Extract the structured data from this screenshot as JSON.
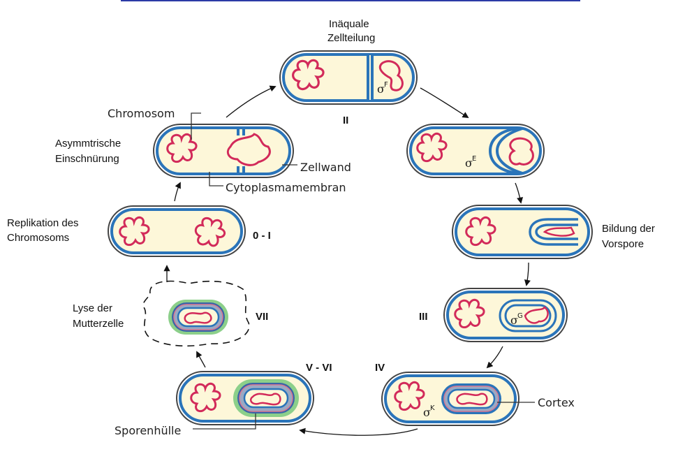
{
  "labels": {
    "inaquale_1": "Inäquale",
    "inaquale_2": "Zellteilung",
    "asym_1": "Asymmtrische",
    "asym_2": "Einschnürung",
    "chromosom": "Chromosom",
    "zellwand": "Zellwand",
    "cytoplasma": "Cytoplasmamembran",
    "replikation_1": "Replikation des",
    "replikation_2": "Chromosoms",
    "bildung_1": "Bildung der",
    "bildung_2": "Vorspore",
    "lyse_1": "Lyse der",
    "lyse_2": "Mutterzelle",
    "cortex": "Cortex",
    "sporenhuelle": "Sporenhülle"
  },
  "stages": {
    "s0": "0 - I",
    "s2": "II",
    "s3": "III",
    "s4": "IV",
    "s56": "V - VI",
    "s7": "VII"
  },
  "sigma_factors": {
    "f": "F",
    "e": "E",
    "g": "G",
    "k": "K",
    "symbol": "σ"
  },
  "colors": {
    "cell_wall": "#2a74b9",
    "cytoplasm": "#fdf7d9",
    "chromosome": "#d22a5a",
    "spore_coat": "#8ccf8a",
    "cortex": "#9aa9c3"
  }
}
